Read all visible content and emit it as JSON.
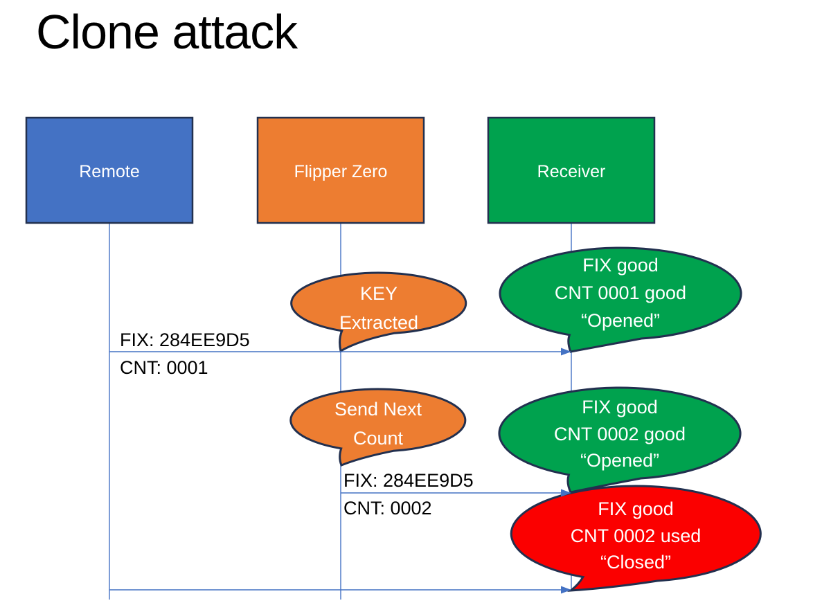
{
  "title": "Clone attack",
  "colors": {
    "blue": "#4472C4",
    "orange": "#ED7D31",
    "green": "#00A24E",
    "red": "#FB0000",
    "outline": "#22304F",
    "connector": "#4472C4",
    "label_text": "#000000",
    "shape_text": "#FFFFFF"
  },
  "actors": {
    "remote": {
      "label": "Remote"
    },
    "flipper": {
      "label": "Flipper Zero"
    },
    "receiver": {
      "label": "Receiver"
    }
  },
  "messages": {
    "m1": {
      "fix": "FIX: 284EE9D5",
      "cnt": "CNT: 0001"
    },
    "m2": {
      "fix": "FIX: 284EE9D5",
      "cnt": "CNT: 0002"
    }
  },
  "callouts": {
    "key_extracted": {
      "lines": [
        "KEY",
        "Extracted"
      ]
    },
    "cnt1_good": {
      "lines": [
        "FIX good",
        "CNT 0001 good",
        "“Opened”"
      ]
    },
    "send_next": {
      "lines": [
        "Send Next",
        "Count"
      ]
    },
    "cnt2_good": {
      "lines": [
        "FIX good",
        "CNT 0002 good",
        "“Opened”"
      ]
    },
    "cnt2_used": {
      "lines": [
        "FIX good",
        "CNT 0002 used",
        "“Closed”"
      ]
    }
  }
}
